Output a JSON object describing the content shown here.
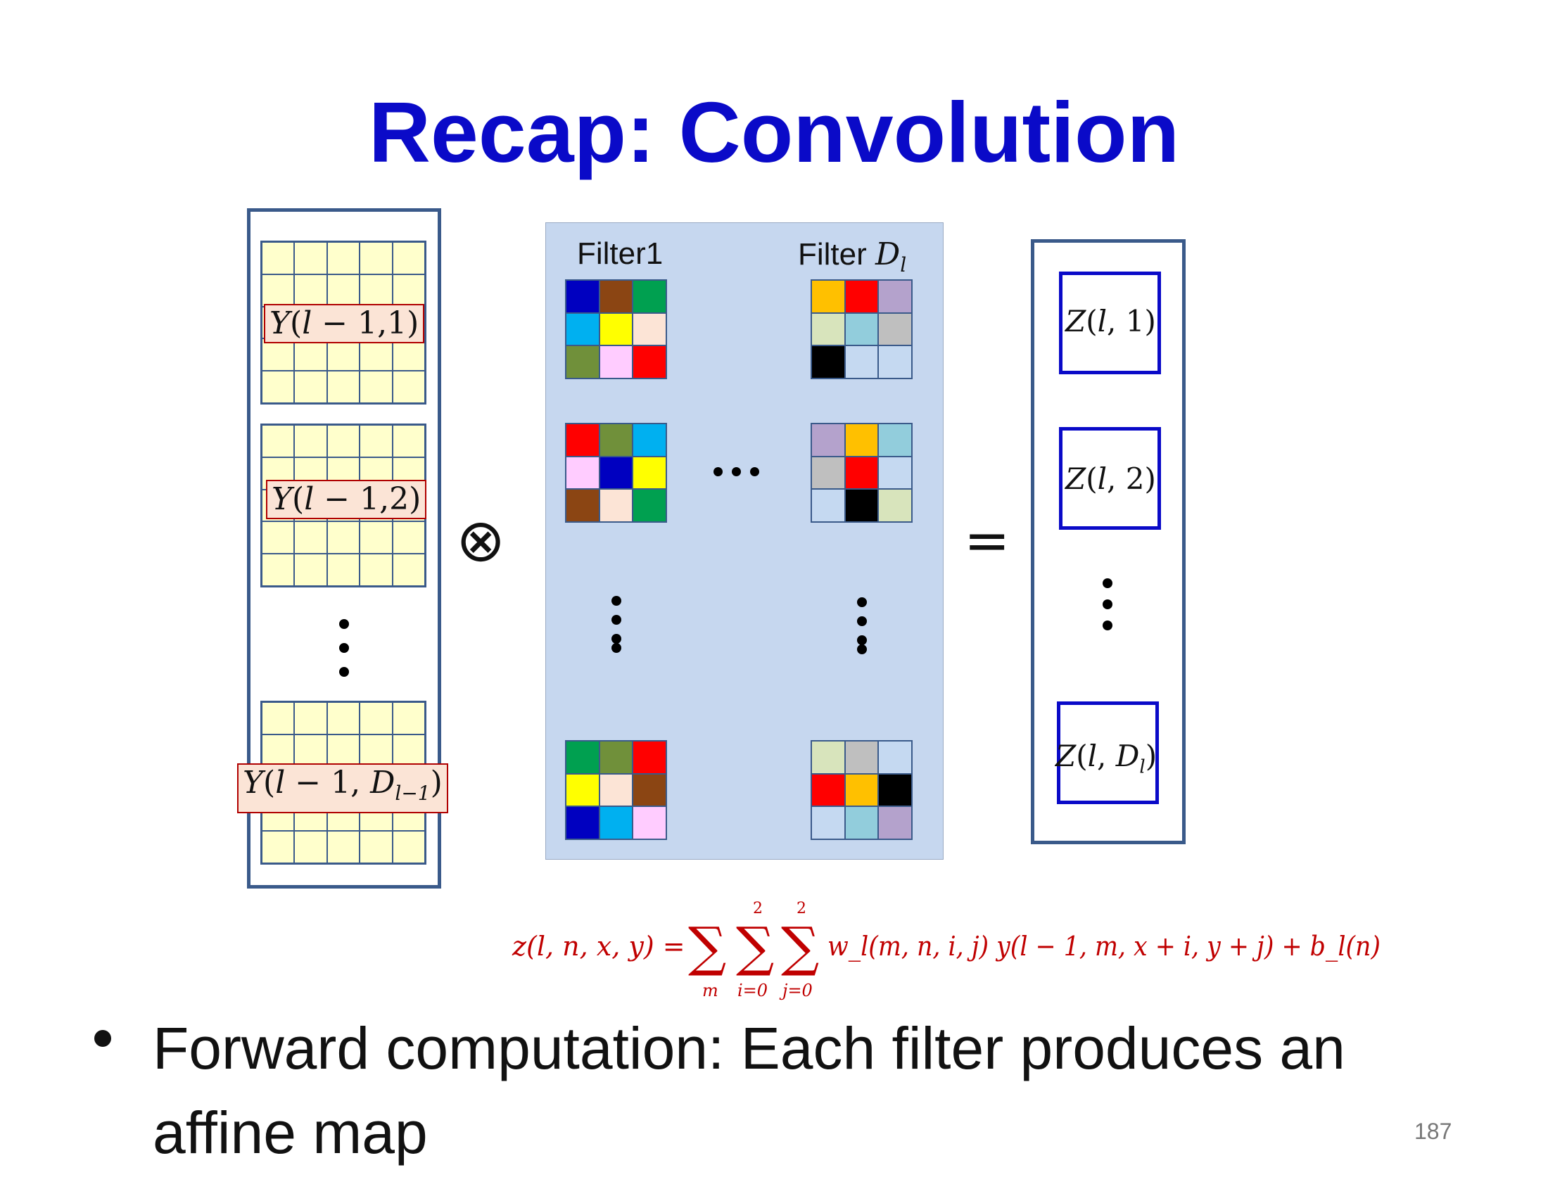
{
  "slide": {
    "title": "Recap: Convolution",
    "page_number": "187"
  },
  "inputs": {
    "labels": [
      "Y(l − 1,1)",
      "Y(l − 1,2)",
      "Y(l − 1, D_{l−1})"
    ]
  },
  "filters": {
    "label_first": "Filter1",
    "label_last_word": "Filter ",
    "label_last_var": "D",
    "label_last_sub": "l",
    "colors": {
      "blue": "#0000c0",
      "brown": "#8b4513",
      "green": "#00a050",
      "cyan": "#00b0f0",
      "yellow": "#ffff00",
      "peach": "#fce4d6",
      "olive": "#70903a",
      "pink": "#ffccff",
      "red": "#ff0000",
      "orange": "#ffc000",
      "lavender": "#b4a2cc",
      "sage": "#d8e4bc",
      "teal": "#92cddc",
      "gray": "#bfbfbf",
      "black": "#000000",
      "pale": "#c5d9f1"
    },
    "grids": {
      "f1_row1": [
        "blue",
        "brown",
        "green",
        "cyan",
        "yellow",
        "peach",
        "olive",
        "pink",
        "red"
      ],
      "f1_row2": [
        "red",
        "olive",
        "cyan",
        "pink",
        "blue",
        "yellow",
        "brown",
        "peach",
        "green"
      ],
      "f1_rowN": [
        "green",
        "olive",
        "red",
        "yellow",
        "peach",
        "brown",
        "blue",
        "cyan",
        "pink"
      ],
      "fD_row1": [
        "orange",
        "red",
        "lavender",
        "sage",
        "teal",
        "gray",
        "black",
        "pale",
        "pale"
      ],
      "fD_row2": [
        "lavender",
        "orange",
        "teal",
        "gray",
        "red",
        "pale",
        "pale",
        "black",
        "sage"
      ],
      "fD_rowN": [
        "sage",
        "gray",
        "pale",
        "red",
        "orange",
        "black",
        "pale",
        "teal",
        "lavender"
      ]
    }
  },
  "operators": {
    "convolve": "⊗",
    "equals": "="
  },
  "outputs": {
    "labels": [
      "Z(l, 1)",
      "Z(l, 2)",
      "Z(l, D_l)"
    ]
  },
  "formula": {
    "text": "z(l, n, x, y) = Σ_m Σ_{i=0}^{2} Σ_{j=0}^{2} w_l(m, n, i, j) y(l − 1, m, x + i, y + j) + b_l(n)",
    "lhs": "z(l, n, x, y) =",
    "sum1_lower": "m",
    "sum2_lower": "i=0",
    "sum2_upper": "2",
    "sum3_lower": "j=0",
    "sum3_upper": "2",
    "rhs": "w_l(m, n, i, j) y(l − 1, m, x + i, y + j) + b_l(n)",
    "color": "#c00000"
  },
  "bullet": {
    "line1": "Forward computation: Each filter produces an",
    "line2": "affine map"
  }
}
